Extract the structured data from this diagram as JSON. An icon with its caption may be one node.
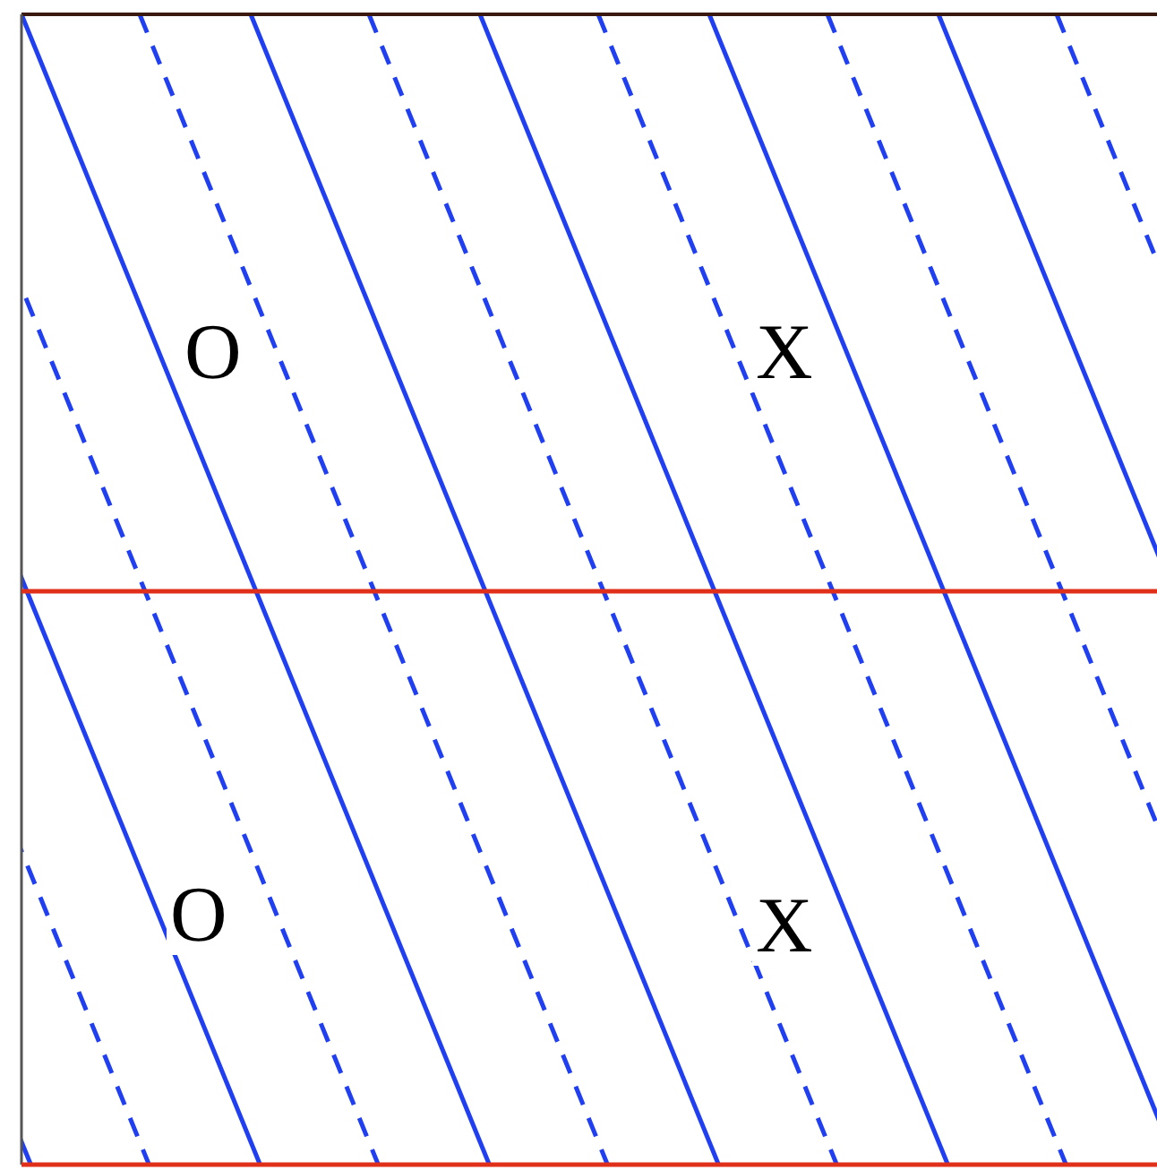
{
  "diagram": {
    "labels": [
      "O",
      "X",
      "O",
      "X"
    ]
  }
}
